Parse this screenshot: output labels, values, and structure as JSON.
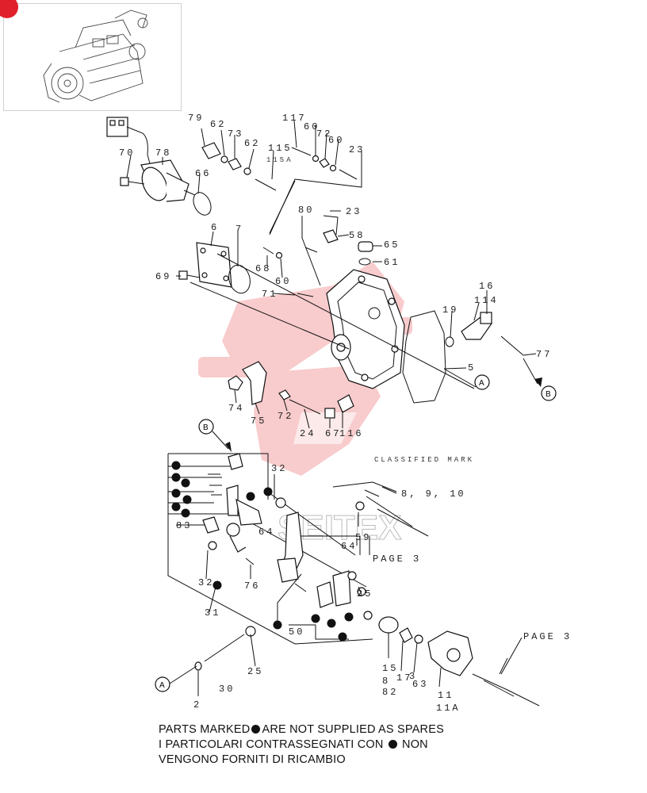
{
  "labels": {
    "l79": "79",
    "l62a": "62",
    "l73": "73",
    "l62b": "62",
    "l117": "117",
    "l60a": "60",
    "l72a": "72",
    "l60b": "60",
    "l115": "115",
    "l115a": "115A",
    "l23a": "23",
    "l70": "70",
    "l78": "78",
    "l66": "66",
    "l80": "80",
    "l23b": "23",
    "l58": "58",
    "l65": "65",
    "l61": "61",
    "l6": "6",
    "l7": "7",
    "l68": "68",
    "l60c": "60",
    "l69": "69",
    "l71": "71",
    "l16a": "16",
    "l114": "114",
    "l19": "19",
    "l77": "77",
    "l5": "5",
    "l74": "74",
    "l75": "75",
    "l72b": "72",
    "l24": "24",
    "l67": "67",
    "l116": "116",
    "l32a": "32",
    "l83": "83",
    "l64a": "64",
    "l64b": "64",
    "l59": "59",
    "l32b": "32",
    "l76": "76",
    "l31": "31",
    "l25a": "25",
    "l50": "50",
    "l15": "15",
    "l8": "8",
    "l17": "17",
    "l82": "82",
    "l3": "3",
    "l63": "63",
    "l11": "11",
    "l11a": "11A",
    "l25b": "25",
    "l30": "30",
    "l2": "2",
    "l8910": "8, 9, 10",
    "classified": "CLASSIFIED MARK",
    "page3a": "PAGE 3",
    "page3b": "PAGE 3"
  },
  "refs": {
    "a1": "A",
    "a2": "A",
    "b1": "B",
    "b2": "B"
  },
  "watermark": "SEITEX",
  "footer": {
    "line1_pre": "PARTS MARKED",
    "line1_post": "ARE NOT SUPPLIED AS SPARES",
    "line2_pre": "I  PARTICOLARI  CONTRASSEGNATI  CON",
    "line2_post": "NON",
    "line3": "VENGONO FORNITI DI RICAMBIO"
  },
  "colors": {
    "watermark": "#e8474c",
    "badge": "#e0202a",
    "ink": "#111111"
  }
}
